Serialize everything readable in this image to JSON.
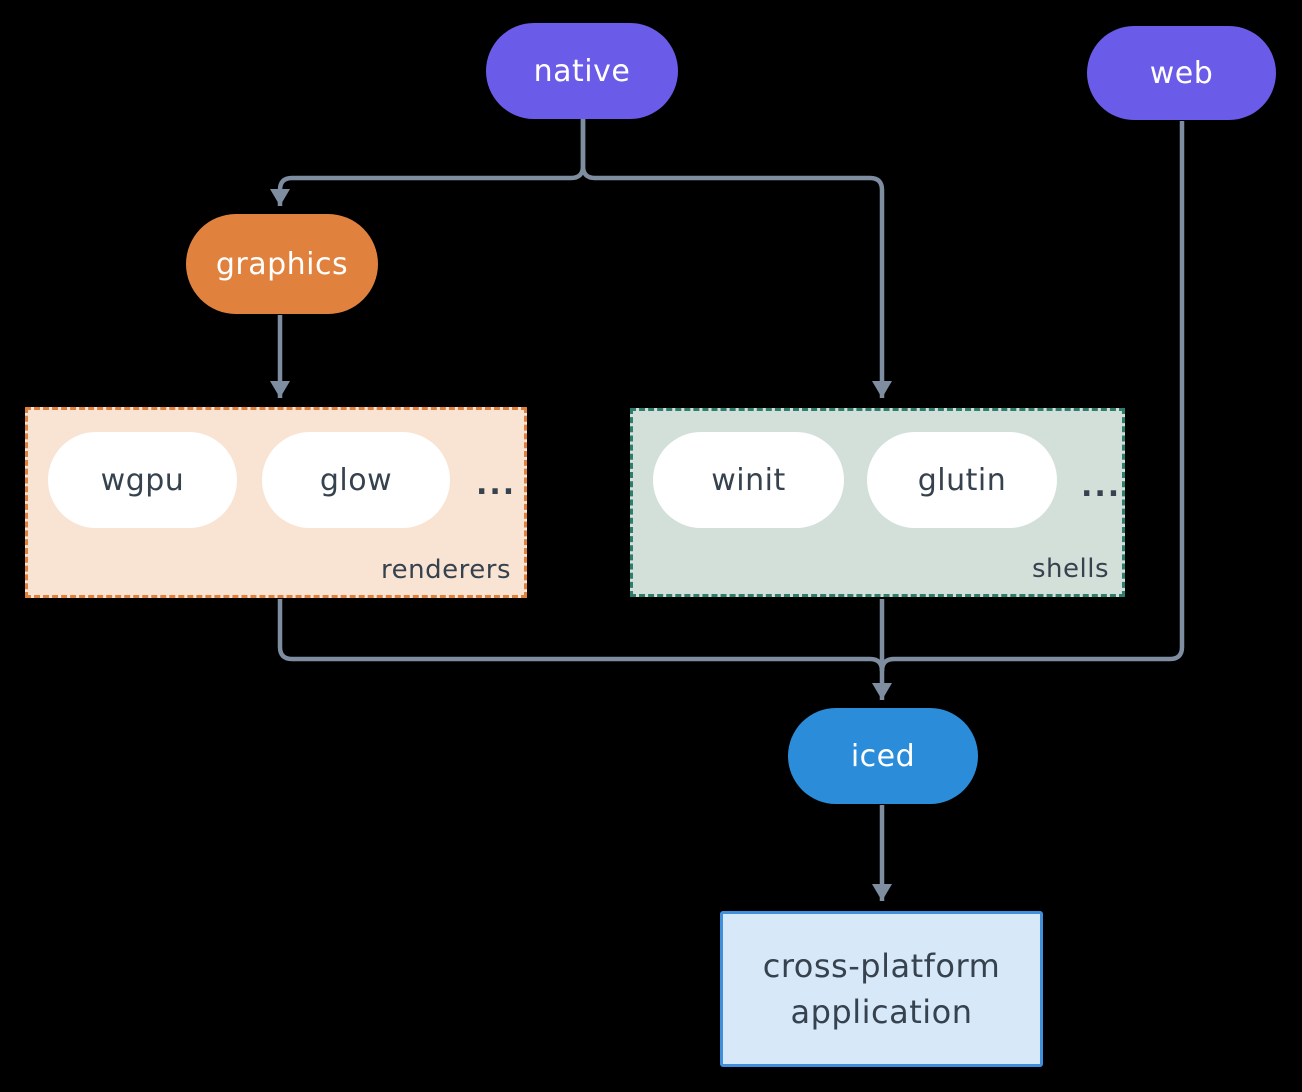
{
  "diagram": {
    "nodes": {
      "native": {
        "label": "native"
      },
      "web": {
        "label": "web"
      },
      "graphics": {
        "label": "graphics"
      },
      "iced": {
        "label": "iced"
      },
      "app": {
        "lines": [
          "cross-platform",
          "application"
        ]
      }
    },
    "groups": {
      "renderers": {
        "label": "renderers",
        "items": [
          "wgpu",
          "glow"
        ],
        "ellipsis": "..."
      },
      "shells": {
        "label": "shells",
        "items": [
          "winit",
          "glutin"
        ],
        "ellipsis": "..."
      }
    },
    "colors": {
      "background": "#000000",
      "purple": "#6a5be8",
      "orange": "#e0823d",
      "blue": "#2b8dd9",
      "renderers_fill": "#f9e4d4",
      "renderers_border": "#e0823d",
      "shells_fill": "#d2e0d9",
      "shells_border": "#2f7d6d",
      "app_fill": "#d7e8f9",
      "app_border": "#3f8fdd",
      "connector": "#7e8da0",
      "dark_text": "#36424e",
      "white_text": "#ffffff"
    }
  }
}
